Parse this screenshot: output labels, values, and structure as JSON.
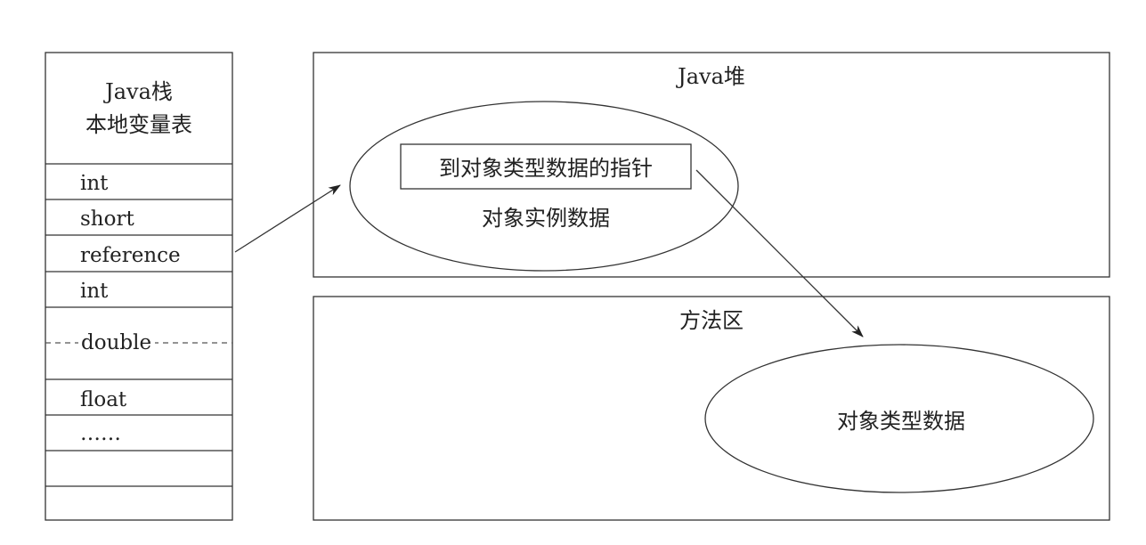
{
  "stack": {
    "title_line1": "Java栈",
    "title_line2": "本地变量表",
    "slots": [
      "int",
      "short",
      "reference",
      "int",
      "double",
      "float",
      "……",
      "",
      ""
    ]
  },
  "heap": {
    "title": "Java堆",
    "pointer_label": "到对象类型数据的指针",
    "instance_label": "对象实例数据"
  },
  "method_area": {
    "title": "方法区",
    "type_data_label": "对象类型数据"
  }
}
